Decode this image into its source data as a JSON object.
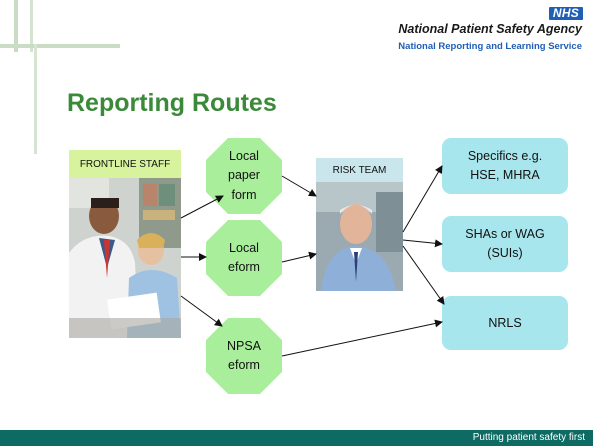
{
  "header": {
    "logo_text": "NHS",
    "agency": "National Patient Safety Agency",
    "service": "National Reporting and Learning Service"
  },
  "title": "Reporting Routes",
  "labels": {
    "frontline": "FRONTLINE STAFF",
    "risk_team": "RISK TEAM"
  },
  "routes": [
    {
      "label": "Local\npaper\nform"
    },
    {
      "label": "Local\neform"
    },
    {
      "label": "NPSA\neform"
    }
  ],
  "destinations": [
    {
      "label": "Specifics e.g.\nHSE, MHRA"
    },
    {
      "label": "SHAs or WAG\n(SUIs)"
    },
    {
      "label": "NRLS"
    }
  ],
  "footer": "Putting patient safety first",
  "colors": {
    "title_green": "#3a8a3a",
    "route_green": "#a9ef9b",
    "destination_blue": "#a8e6ee",
    "frontline_label": "#d7f39d",
    "risk_label": "#c8e6ec",
    "footer_teal": "#0d6b63",
    "nhs_blue": "#1f5fb6"
  }
}
